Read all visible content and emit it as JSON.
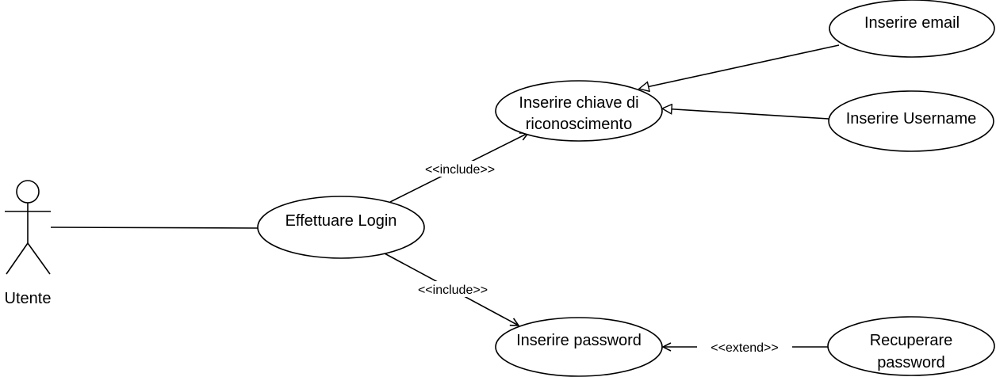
{
  "actor": {
    "name": "Utente"
  },
  "use_cases": {
    "login": {
      "lines": [
        "Effettuare Login"
      ]
    },
    "chiave": {
      "lines": [
        "Inserire chiave di",
        "riconoscimento"
      ]
    },
    "email": {
      "lines": [
        "Inserire email"
      ]
    },
    "username": {
      "lines": [
        "Inserire Username"
      ]
    },
    "password": {
      "lines": [
        "Inserire password"
      ]
    },
    "recupero": {
      "lines": [
        "Recuperare",
        "password"
      ]
    }
  },
  "relations": {
    "include_chiave": "<<include>>",
    "include_password": "<<include>>",
    "extend_recupero": "<<extend>>"
  },
  "colors": {
    "stroke": "#000000",
    "fill": "#ffffff"
  }
}
